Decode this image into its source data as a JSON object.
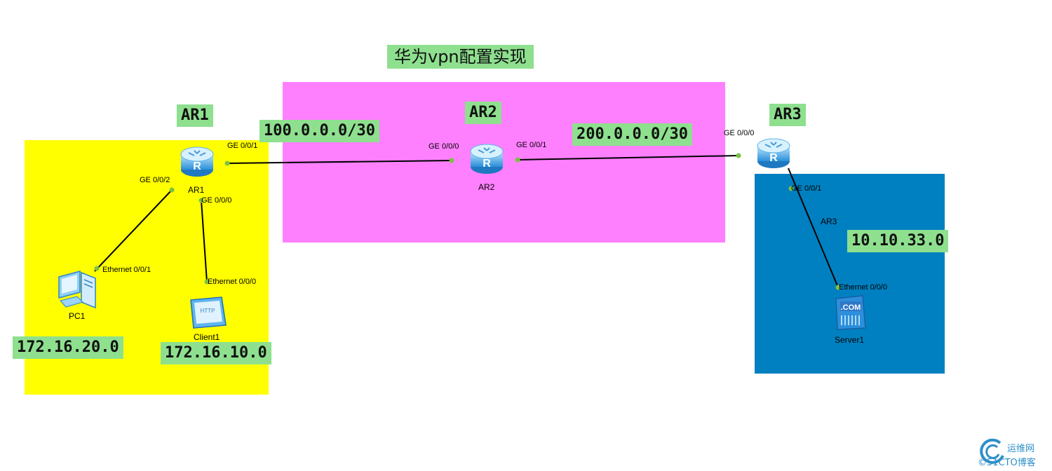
{
  "title": "华为vpn配置实现",
  "colors": {
    "yellow_zone": "#ffff00",
    "pink_zone": "#ff80ff",
    "blue_zone": "#0080c0",
    "label_bg": "#8ee08e",
    "port_dot": "#7cc142"
  },
  "routers": {
    "ar1": {
      "tag": "AR1",
      "name": "AR1"
    },
    "ar2": {
      "tag": "AR2",
      "name": "AR2"
    },
    "ar3": {
      "tag": "AR3",
      "name": "AR3"
    }
  },
  "networks": {
    "net_ar1_ar2": "100.0.0.0/30",
    "net_ar2_ar3": "200.0.0.0/30",
    "net_pc1": "172.16.20.0",
    "net_client1": "172.16.10.0",
    "net_server1": "10.10.33.0"
  },
  "ports": {
    "ar1_ge001": "GE 0/0/1",
    "ar1_ge002": "GE 0/0/2",
    "ar1_ge000": "GE 0/0/0",
    "ar2_ge000": "GE 0/0/0",
    "ar2_ge001": "GE 0/0/1",
    "ar3_ge000": "GE 0/0/0",
    "ar3_ge001": "GE 0/0/1",
    "pc1_eth": "Ethernet 0/0/1",
    "client1_eth": "Ethernet 0/0/0",
    "server1_eth": "Ethernet 0/0/0"
  },
  "hosts": {
    "pc1": "PC1",
    "client1": "Client1",
    "server1": "Server1"
  },
  "icons": {
    "router": "router-icon",
    "pc": "pc-icon",
    "client": "http-client-icon",
    "server": "dotcom-server-icon"
  },
  "watermark": {
    "line1": "运维网",
    "line2": "©51CTO博客"
  }
}
